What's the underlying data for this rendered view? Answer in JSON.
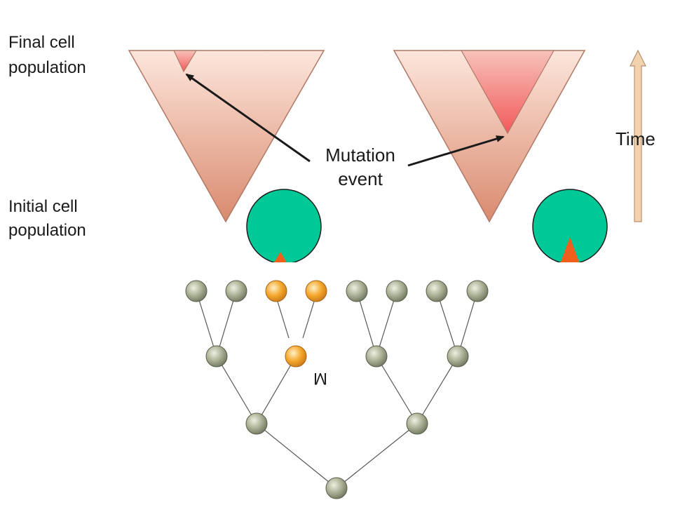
{
  "labels": {
    "final_cell_population": [
      "Final cell",
      "population"
    ],
    "initial_cell_population": [
      "Initial cell",
      "population"
    ],
    "mutation_event": [
      "Mutation",
      "event"
    ],
    "time": "Time",
    "mutant_marker": "M"
  },
  "colors": {
    "lineage_gradient_top": "#fde6dc",
    "lineage_gradient_bottom": "#d98a6e",
    "mutant_clone_top": "#f7c2bb",
    "mutant_clone_bottom": "#f25a5a",
    "initial_population_fill": "#00c896",
    "mutant_cells_fill": "#f0601c",
    "normal_cell": "#a8ae92",
    "mutant_cell": "#f4a62a",
    "time_arrow": "#f3d2b0",
    "branch_line": "#555555"
  },
  "tree": {
    "leaves": [
      "normal",
      "normal",
      "mutant",
      "mutant",
      "normal",
      "normal",
      "normal",
      "normal"
    ],
    "gen2": [
      "normal",
      "mutant",
      "normal",
      "normal"
    ],
    "gen1": [
      "normal",
      "normal"
    ],
    "root": "normal"
  }
}
